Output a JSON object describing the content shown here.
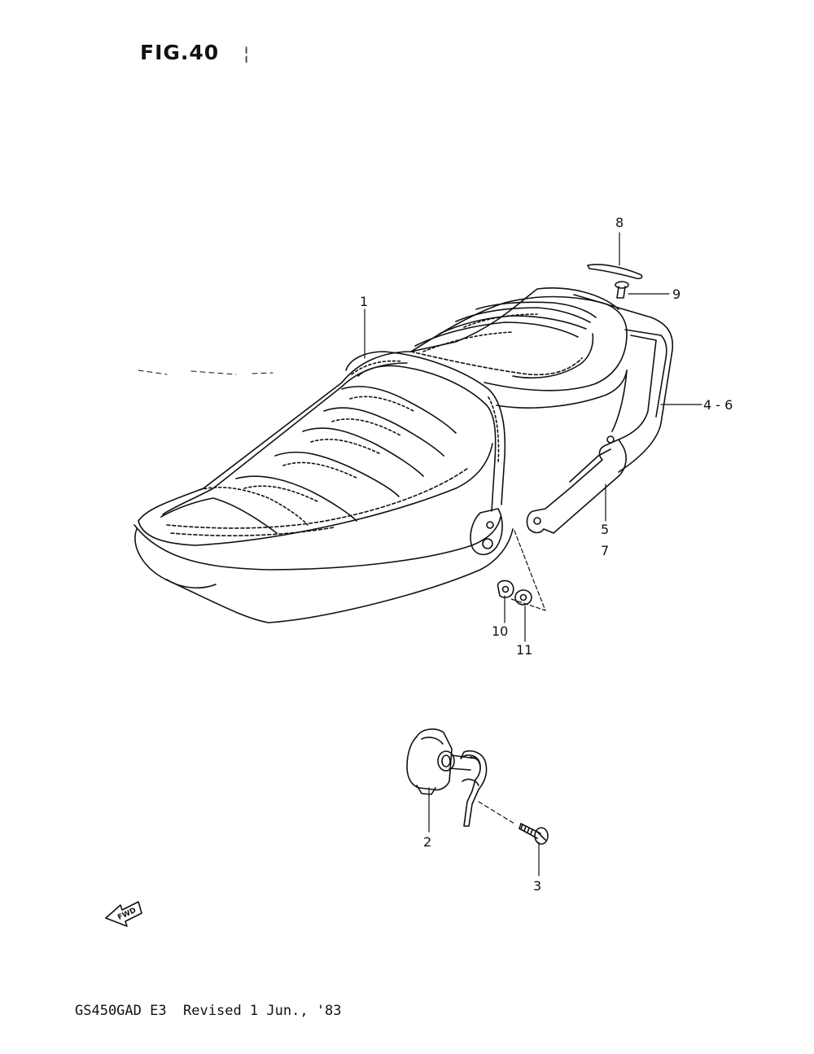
{
  "figure": {
    "title": "FIG.40",
    "title_mark": "¦"
  },
  "callouts": {
    "c1": "1",
    "c2": "2",
    "c3": "3",
    "c4_6": "4 - 6",
    "c5": "5",
    "c7": "7",
    "c8": "8",
    "c9": "9",
    "c10": "10",
    "c11": "11"
  },
  "fwd_arrow": {
    "label": "FWD",
    "icon": "fwd-arrow-icon"
  },
  "footer": {
    "text": "GS450GAD E3  Revised 1 Jun., '83"
  }
}
